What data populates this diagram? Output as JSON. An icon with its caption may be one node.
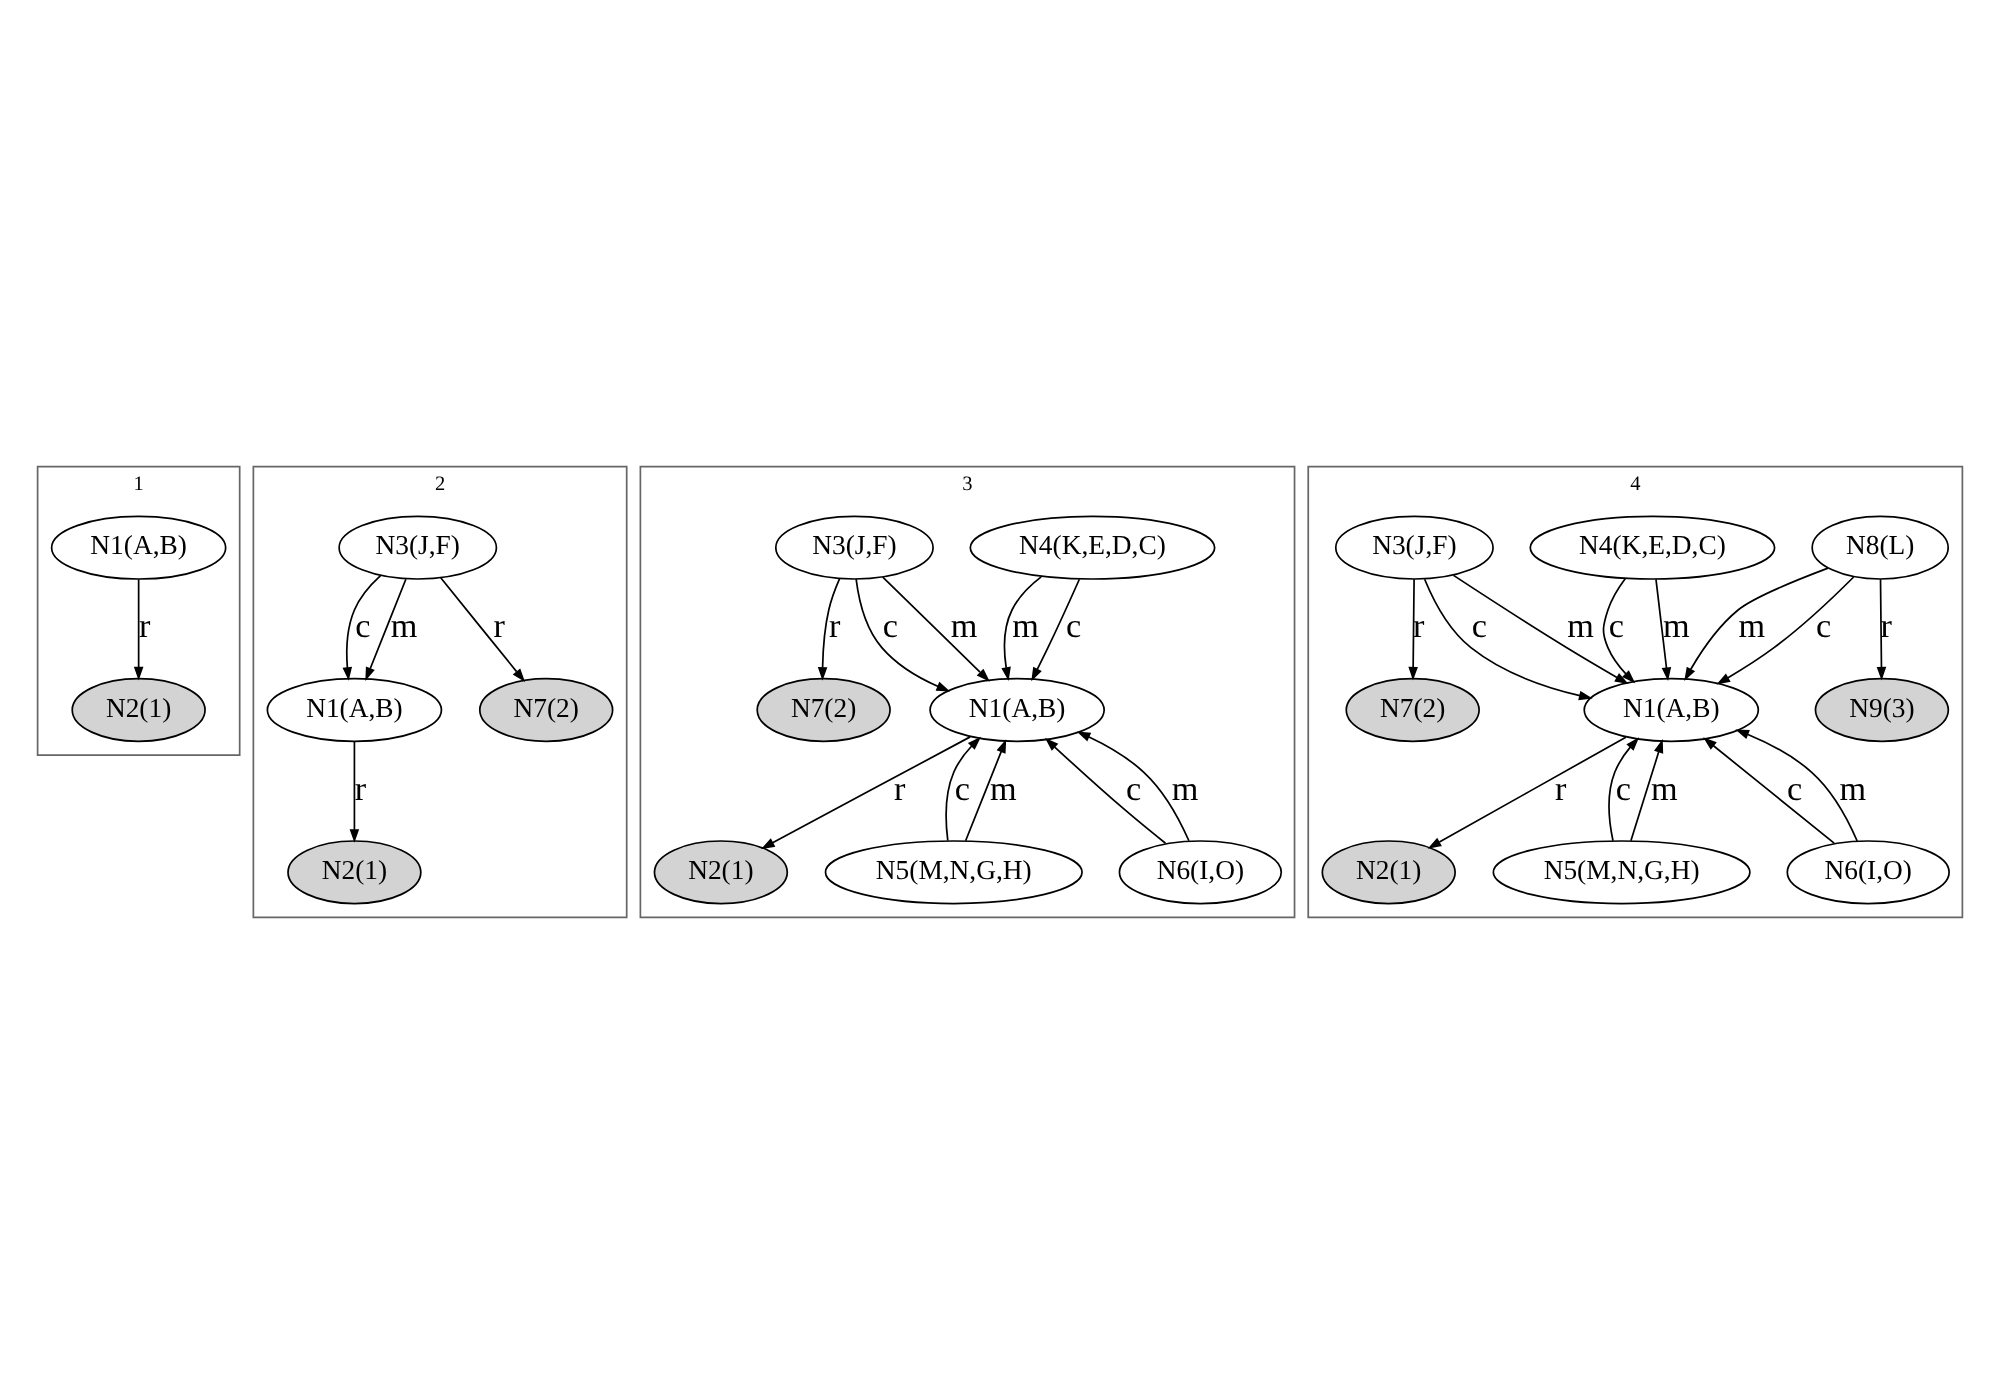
{
  "diagram": {
    "nodes": [
      {
        "text": [
          "1"
        ]
      },
      {
        "text": [
          "N1(A,B)"
        ],
        "in": 0
      },
      {
        "text": [
          "N2(1)"
        ],
        "in": 0
      },
      {
        "text": [
          "2"
        ]
      },
      {
        "text": [
          "N3(J,F)"
        ],
        "in": 3
      },
      {
        "text": [
          "N1(A,B)"
        ],
        "in": 3
      },
      {
        "text": [
          "N7(2)"
        ],
        "in": 3
      },
      {
        "text": [
          "N2(1)"
        ],
        "in": 3
      },
      {
        "text": [
          "3"
        ]
      },
      {
        "text": [
          "N4(K,E,D,C)"
        ],
        "in": 8
      },
      {
        "text": [
          "N3(J,F)"
        ],
        "in": 8
      },
      {
        "text": [
          "N1(A,B)"
        ],
        "in": 8
      },
      {
        "text": [
          "N7(2)"
        ],
        "in": 8
      },
      {
        "text": [
          "N2(1)"
        ],
        "in": 8
      },
      {
        "text": [
          "N5(M,N,G,H)"
        ],
        "in": 8
      },
      {
        "text": [
          "N6(I,O)"
        ],
        "in": 8
      },
      {
        "text": [
          "4"
        ]
      },
      {
        "text": [
          "N8(L)"
        ],
        "in": 16
      },
      {
        "text": [
          "N4(K,E,D,C)"
        ],
        "in": 16
      },
      {
        "text": [
          "N3(J,F)"
        ],
        "in": 16
      },
      {
        "text": [
          "N9(3)"
        ],
        "in": 16
      },
      {
        "text": [
          "N1(A,B)"
        ],
        "in": 16
      },
      {
        "text": [
          "N7(2)"
        ],
        "in": 16
      },
      {
        "text": [
          "N2(1)"
        ],
        "in": 16
      },
      {
        "text": [
          "N5(M,N,G,H)"
        ],
        "in": 16
      },
      {
        "text": [
          "N6(I,O)"
        ],
        "in": 16
      }
    ],
    "edges": [
      {
        "from": 1,
        "to": 2,
        "arrow": "to",
        "label": "r"
      },
      {
        "from": 4,
        "to": 5,
        "arrow": "to",
        "label": "c"
      },
      {
        "from": 4,
        "to": 5,
        "arrow": "to",
        "label": "m"
      },
      {
        "from": 4,
        "to": 6,
        "arrow": "to",
        "label": "r"
      },
      {
        "from": 5,
        "to": 7,
        "arrow": "to",
        "label": "r"
      },
      {
        "from": 9,
        "to": 11,
        "arrow": "to",
        "label": "c"
      },
      {
        "from": 9,
        "to": 11,
        "arrow": "to",
        "label": "m"
      },
      {
        "from": 10,
        "to": 11,
        "arrow": "to",
        "label": "c"
      },
      {
        "from": 10,
        "to": 11,
        "arrow": "to",
        "label": "m"
      },
      {
        "from": 10,
        "to": 12,
        "arrow": "to",
        "label": "r"
      },
      {
        "from": 11,
        "to": 13,
        "arrow": "to",
        "label": "r"
      },
      {
        "from": 14,
        "to": 11,
        "arrow": "to",
        "label": "c"
      },
      {
        "from": 14,
        "to": 11,
        "arrow": "to",
        "label": "m"
      },
      {
        "from": 15,
        "to": 11,
        "arrow": "to",
        "label": "c"
      },
      {
        "from": 15,
        "to": 11,
        "arrow": "to",
        "label": "m"
      },
      {
        "from": 17,
        "to": 20,
        "arrow": "to",
        "label": "r"
      },
      {
        "from": 17,
        "to": 21,
        "arrow": "to",
        "label": "c"
      },
      {
        "from": 17,
        "to": 21,
        "arrow": "to",
        "label": "m"
      },
      {
        "from": 18,
        "to": 21,
        "arrow": "to",
        "label": "c"
      },
      {
        "from": 18,
        "to": 21,
        "arrow": "to",
        "label": "m"
      },
      {
        "from": 19,
        "to": 21,
        "arrow": "to",
        "label": "c"
      },
      {
        "from": 19,
        "to": 21,
        "arrow": "to",
        "label": "m"
      },
      {
        "from": 19,
        "to": 22,
        "arrow": "to",
        "label": "r"
      },
      {
        "from": 21,
        "to": 23,
        "arrow": "to",
        "label": "r"
      },
      {
        "from": 24,
        "to": 21,
        "arrow": "to",
        "label": "c"
      },
      {
        "from": 24,
        "to": 21,
        "arrow": "to",
        "label": "m"
      },
      {
        "from": 25,
        "to": 21,
        "arrow": "to",
        "label": "c"
      },
      {
        "from": 25,
        "to": 21,
        "arrow": "to",
        "label": "m"
      }
    ]
  }
}
